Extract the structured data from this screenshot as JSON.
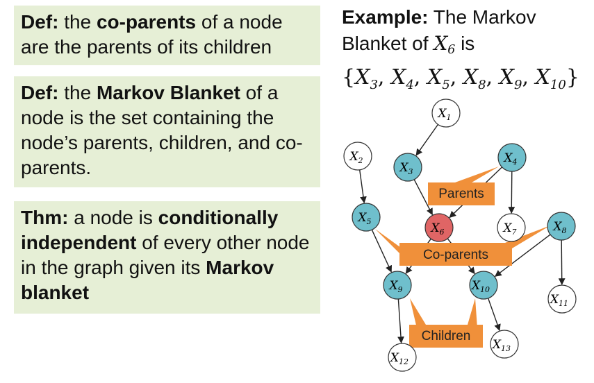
{
  "defs": {
    "def1": {
      "prefix": "Def:",
      "t1": " the ",
      "bold1": "co-parents",
      "t2": " of a node are the parents of its children"
    },
    "def2": {
      "prefix": "Def:",
      "t1": " the ",
      "bold1": "Markov Blanket",
      "t2": " of a node is the set containing the node’s parents, children, and co-parents."
    },
    "thm": {
      "prefix": "Thm:",
      "t1": " a node is ",
      "bold1": "conditionally independent",
      "t2": " of every other node in the graph given its ",
      "bold2": "Markov blanket"
    }
  },
  "example": {
    "prefix": "Example:",
    "t1": " The Markov Blanket of ",
    "var": "X",
    "var_sub": "6",
    "t2": " is",
    "set_text": "{X3, X4, X5, X8, X9, X10}"
  },
  "colors": {
    "box_bg": "#e6efd6",
    "blanket_node": "#6fbfcc",
    "target_node": "#e06565",
    "plain_node": "#ffffff",
    "callout": "#f0903a"
  },
  "nodes": [
    {
      "id": "X1",
      "var": "X",
      "sub": "1",
      "role": "plain"
    },
    {
      "id": "X2",
      "var": "X",
      "sub": "2",
      "role": "plain"
    },
    {
      "id": "X3",
      "var": "X",
      "sub": "3",
      "role": "blanket"
    },
    {
      "id": "X4",
      "var": "X",
      "sub": "4",
      "role": "blanket"
    },
    {
      "id": "X5",
      "var": "X",
      "sub": "5",
      "role": "blanket"
    },
    {
      "id": "X6",
      "var": "X",
      "sub": "6",
      "role": "target"
    },
    {
      "id": "X7",
      "var": "X",
      "sub": "7",
      "role": "plain"
    },
    {
      "id": "X8",
      "var": "X",
      "sub": "8",
      "role": "blanket"
    },
    {
      "id": "X9",
      "var": "X",
      "sub": "9",
      "role": "blanket"
    },
    {
      "id": "X10",
      "var": "X",
      "sub": "10",
      "role": "blanket"
    },
    {
      "id": "X11",
      "var": "X",
      "sub": "11",
      "role": "plain"
    },
    {
      "id": "X12",
      "var": "X",
      "sub": "12",
      "role": "plain"
    },
    {
      "id": "X13",
      "var": "X",
      "sub": "13",
      "role": "plain"
    }
  ],
  "edges": [
    [
      "X1",
      "X3"
    ],
    [
      "X2",
      "X5"
    ],
    [
      "X3",
      "X6"
    ],
    [
      "X4",
      "X6"
    ],
    [
      "X4",
      "X7"
    ],
    [
      "X5",
      "X9"
    ],
    [
      "X6",
      "X9"
    ],
    [
      "X6",
      "X10"
    ],
    [
      "X8",
      "X10"
    ],
    [
      "X8",
      "X11"
    ],
    [
      "X9",
      "X12"
    ],
    [
      "X10",
      "X13"
    ]
  ],
  "callouts": {
    "parents": "Parents",
    "coparents": "Co-parents",
    "children": "Children"
  }
}
